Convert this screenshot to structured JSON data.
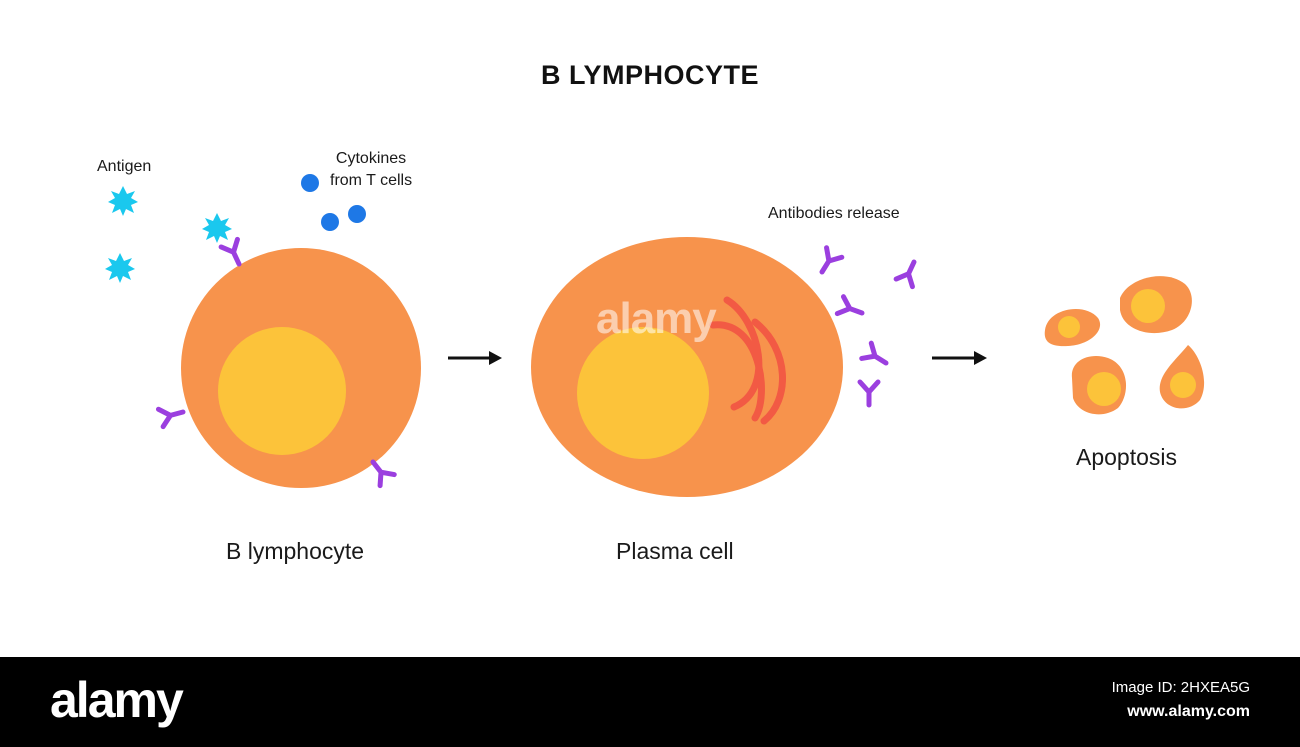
{
  "diagram": {
    "title": "B LYMPHOCYTE",
    "labels": {
      "antigen": "Antigen",
      "cytokines_line1": "Cytokines",
      "cytokines_line2": "from T cells",
      "antibodies_release": "Antibodies release",
      "b_lymphocyte": "B lymphocyte",
      "plasma_cell": "Plasma cell",
      "apoptosis": "Apoptosis"
    },
    "colors": {
      "cell": "#F7934C",
      "nucleus": "#FCC33A",
      "antibody": "#9B3FDF",
      "antigen": "#1AC8EE",
      "cytokine": "#1E78E6",
      "endoplasmic_reticulum": "#F25A44",
      "arrow": "#111111"
    }
  },
  "watermark": {
    "overlay_text": "alamy",
    "logo": "alamy",
    "image_id": "Image ID: 2HXEA5G",
    "site": "www.alamy.com"
  }
}
